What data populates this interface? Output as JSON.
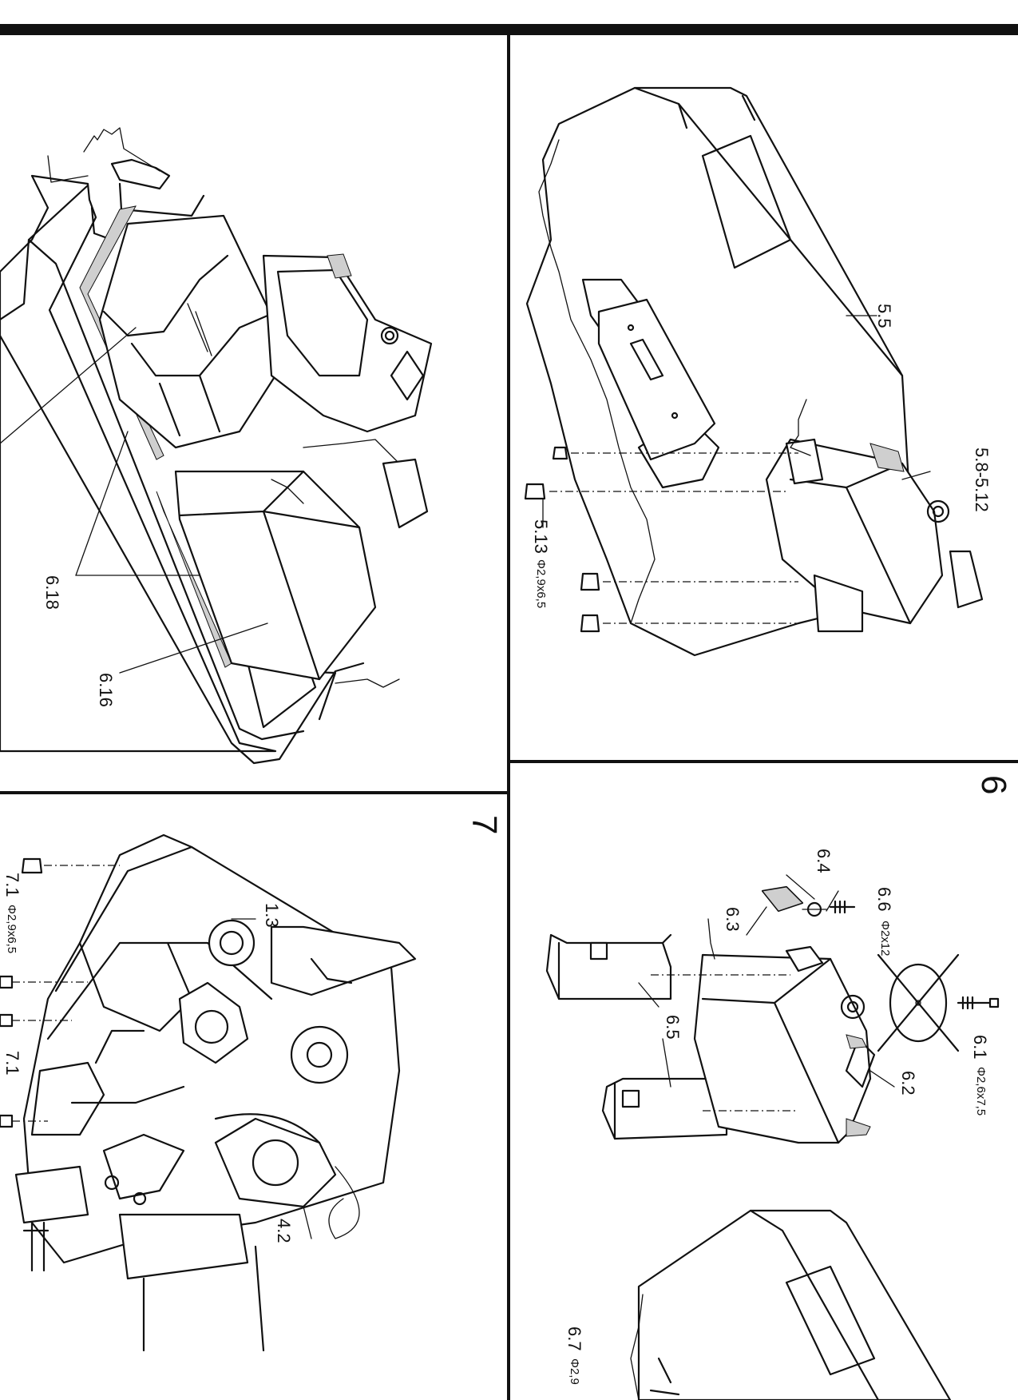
{
  "sheet": {
    "panel_top_left": {
      "labels": {
        "l618": "6.18",
        "l616": "6.16"
      }
    },
    "panel_top_right": {
      "labels": {
        "l55": "5.5",
        "l58": "5.8-5.12",
        "l513": "5.13",
        "l513_dim": "Φ2,9x6,5"
      }
    },
    "panel_bottom_left": {
      "step_number": "7",
      "labels": {
        "l13": "1.3",
        "l42": "4.2",
        "l71a": "7.1",
        "l71a_dim": "Φ2,9x6,5",
        "l71b": "7.1"
      }
    },
    "panel_bottom_right": {
      "step_number": "6",
      "labels": {
        "l64": "6.4",
        "l66": "6.6",
        "l66_dim": "Φ2x12",
        "l63": "6.3",
        "l65": "6.5",
        "l61": "6.1",
        "l61_dim": "Φ2,6x7,5",
        "l62": "6.2",
        "l67": "6.7",
        "l67_dim": "Φ2,9"
      }
    }
  }
}
